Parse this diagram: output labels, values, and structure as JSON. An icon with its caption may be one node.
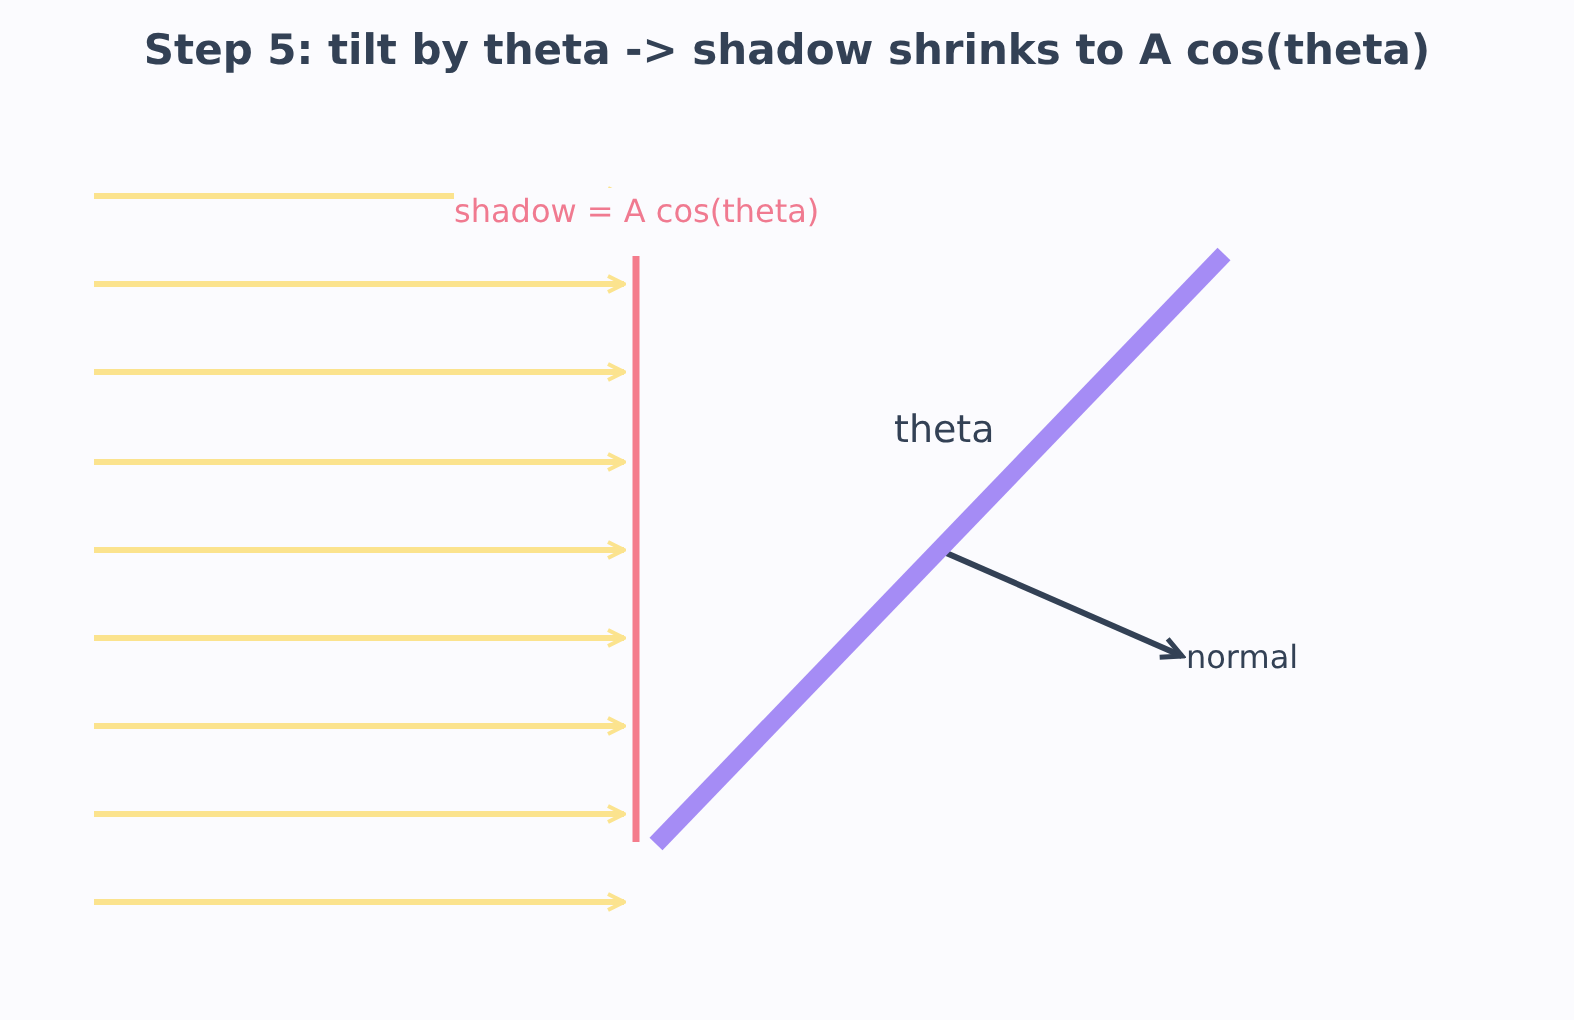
{
  "diagram": {
    "title": "Step 5: tilt by theta -> shadow shrinks to A cos(theta)",
    "nodes": [
      {
        "text": [],
        "shape": "bar"
      },
      {
        "text": [
          "normal"
        ]
      }
    ],
    "edges": [
      {
        "from": 0,
        "to": 1,
        "arrow": "to"
      }
    ],
    "labels": [
      "shadow = A cos(theta)",
      "theta"
    ]
  }
}
